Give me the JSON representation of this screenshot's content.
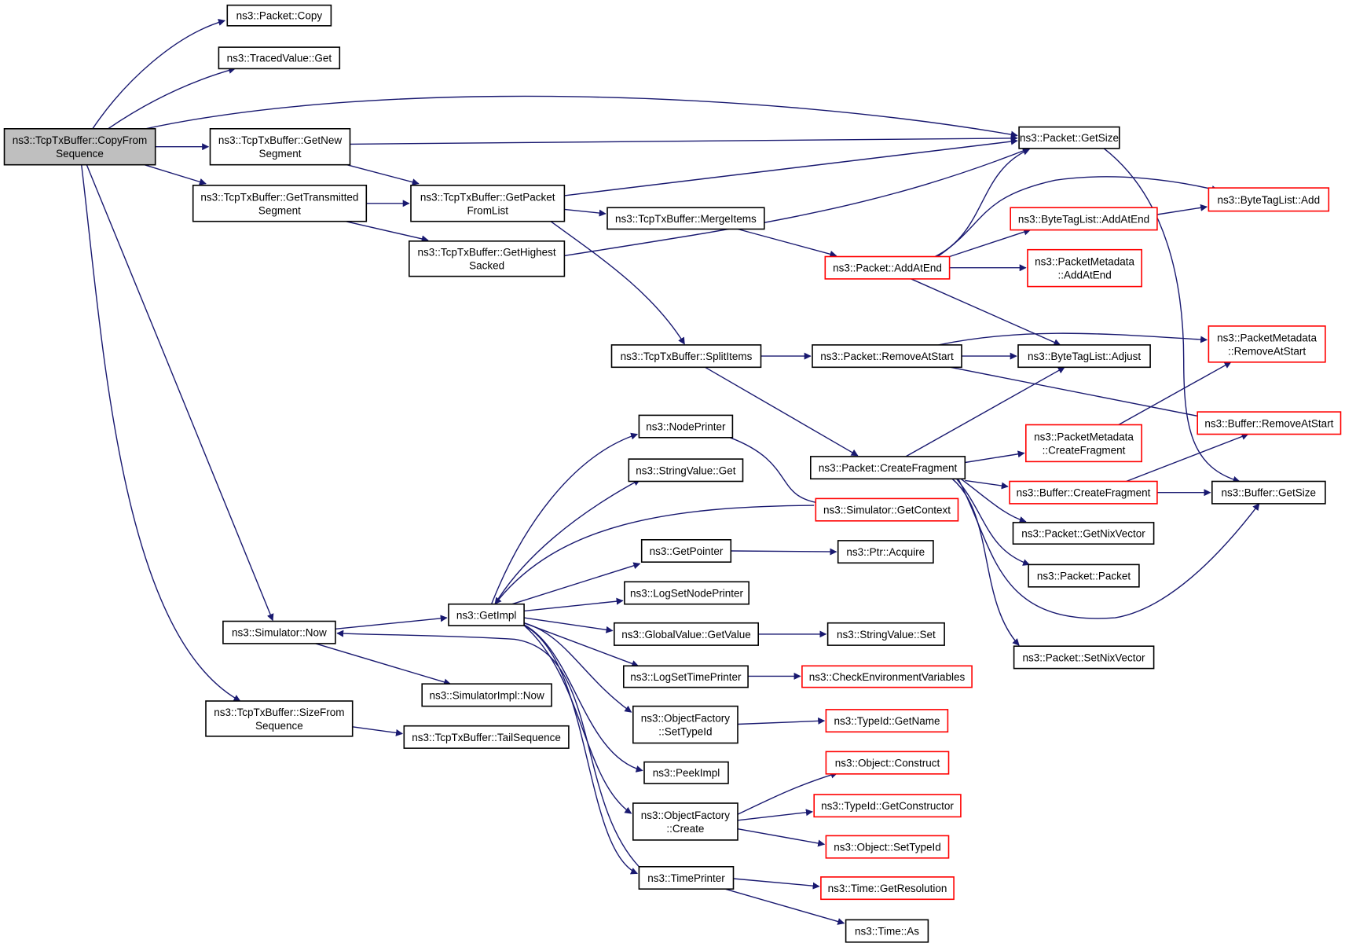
{
  "colors": {
    "edge": "#191970",
    "root_fill": "#bfbfbf",
    "node_fill": "#ffffff",
    "border_normal": "#000000",
    "border_truncated": "#ff0000"
  },
  "nodes": [
    {
      "id": "copyfrom",
      "lines": [
        "ns3::TcpTxBuffer::CopyFrom",
        "Sequence"
      ],
      "kind": "root"
    },
    {
      "id": "pcopy",
      "lines": [
        "ns3::Packet::Copy"
      ],
      "kind": "normal"
    },
    {
      "id": "tvget",
      "lines": [
        "ns3::TracedValue::Get"
      ],
      "kind": "normal"
    },
    {
      "id": "getnew",
      "lines": [
        "ns3::TcpTxBuffer::GetNew",
        "Segment"
      ],
      "kind": "normal"
    },
    {
      "id": "gettrans",
      "lines": [
        "ns3::TcpTxBuffer::GetTransmitted",
        "Segment"
      ],
      "kind": "normal"
    },
    {
      "id": "getpkt",
      "lines": [
        "ns3::TcpTxBuffer::GetPacket",
        "FromList"
      ],
      "kind": "normal"
    },
    {
      "id": "gethigh",
      "lines": [
        "ns3::TcpTxBuffer::GetHighest",
        "Sacked"
      ],
      "kind": "normal"
    },
    {
      "id": "merge",
      "lines": [
        "ns3::TcpTxBuffer::MergeItems"
      ],
      "kind": "normal"
    },
    {
      "id": "split",
      "lines": [
        "ns3::TcpTxBuffer::SplitItems"
      ],
      "kind": "normal"
    },
    {
      "id": "pgetsize",
      "lines": [
        "ns3::Packet::GetSize"
      ],
      "kind": "normal"
    },
    {
      "id": "paddatend",
      "lines": [
        "ns3::Packet::AddAtEnd"
      ],
      "kind": "truncated"
    },
    {
      "id": "btladdatend",
      "lines": [
        "ns3::ByteTagList::AddAtEnd"
      ],
      "kind": "truncated"
    },
    {
      "id": "btladd",
      "lines": [
        "ns3::ByteTagList::Add"
      ],
      "kind": "truncated"
    },
    {
      "id": "pmaddatend",
      "lines": [
        "ns3::PacketMetadata",
        "::AddAtEnd"
      ],
      "kind": "truncated"
    },
    {
      "id": "premove",
      "lines": [
        "ns3::Packet::RemoveAtStart"
      ],
      "kind": "normal"
    },
    {
      "id": "btladjust",
      "lines": [
        "ns3::ByteTagList::Adjust"
      ],
      "kind": "normal"
    },
    {
      "id": "pmremove",
      "lines": [
        "ns3::PacketMetadata",
        "::RemoveAtStart"
      ],
      "kind": "truncated"
    },
    {
      "id": "bufremove",
      "lines": [
        "ns3::Buffer::RemoveAtStart"
      ],
      "kind": "truncated"
    },
    {
      "id": "pcreatefrag",
      "lines": [
        "ns3::Packet::CreateFragment"
      ],
      "kind": "normal"
    },
    {
      "id": "pmcreatefrag",
      "lines": [
        "ns3::PacketMetadata",
        "::CreateFragment"
      ],
      "kind": "truncated"
    },
    {
      "id": "bufcreatefrag",
      "lines": [
        "ns3::Buffer::CreateFragment"
      ],
      "kind": "truncated"
    },
    {
      "id": "bufgetsize",
      "lines": [
        "ns3::Buffer::GetSize"
      ],
      "kind": "normal"
    },
    {
      "id": "getnix",
      "lines": [
        "ns3::Packet::GetNixVector"
      ],
      "kind": "normal"
    },
    {
      "id": "ppacket",
      "lines": [
        "ns3::Packet::Packet"
      ],
      "kind": "normal"
    },
    {
      "id": "setnix",
      "lines": [
        "ns3::Packet::SetNixVector"
      ],
      "kind": "normal"
    },
    {
      "id": "nodeprinter",
      "lines": [
        "ns3::NodePrinter"
      ],
      "kind": "normal"
    },
    {
      "id": "strget",
      "lines": [
        "ns3::StringValue::Get"
      ],
      "kind": "normal"
    },
    {
      "id": "simgetctx",
      "lines": [
        "ns3::Simulator::GetContext"
      ],
      "kind": "truncated"
    },
    {
      "id": "getpointer",
      "lines": [
        "ns3::GetPointer"
      ],
      "kind": "normal"
    },
    {
      "id": "ptracquire",
      "lines": [
        "ns3::Ptr::Acquire"
      ],
      "kind": "normal"
    },
    {
      "id": "logsetnode",
      "lines": [
        "ns3::LogSetNodePrinter"
      ],
      "kind": "normal"
    },
    {
      "id": "getimpl",
      "lines": [
        "ns3::GetImpl"
      ],
      "kind": "normal"
    },
    {
      "id": "simnow",
      "lines": [
        "ns3::Simulator::Now"
      ],
      "kind": "normal"
    },
    {
      "id": "gvgetvalue",
      "lines": [
        "ns3::GlobalValue::GetValue"
      ],
      "kind": "normal"
    },
    {
      "id": "strset",
      "lines": [
        "ns3::StringValue::Set"
      ],
      "kind": "normal"
    },
    {
      "id": "logsettime",
      "lines": [
        "ns3::LogSetTimePrinter"
      ],
      "kind": "normal"
    },
    {
      "id": "checkenv",
      "lines": [
        "ns3::CheckEnvironmentVariables"
      ],
      "kind": "truncated"
    },
    {
      "id": "simimplnow",
      "lines": [
        "ns3::SimulatorImpl::Now"
      ],
      "kind": "normal"
    },
    {
      "id": "sizefrom",
      "lines": [
        "ns3::TcpTxBuffer::SizeFrom",
        "Sequence"
      ],
      "kind": "normal"
    },
    {
      "id": "tailseq",
      "lines": [
        "ns3::TcpTxBuffer::TailSequence"
      ],
      "kind": "normal"
    },
    {
      "id": "ofsettype",
      "lines": [
        "ns3::ObjectFactory",
        "::SetTypeId"
      ],
      "kind": "normal"
    },
    {
      "id": "typegetname",
      "lines": [
        "ns3::TypeId::GetName"
      ],
      "kind": "truncated"
    },
    {
      "id": "peekimpl",
      "lines": [
        "ns3::PeekImpl"
      ],
      "kind": "normal"
    },
    {
      "id": "objconstruct",
      "lines": [
        "ns3::Object::Construct"
      ],
      "kind": "truncated"
    },
    {
      "id": "ofcreate",
      "lines": [
        "ns3::ObjectFactory",
        "::Create"
      ],
      "kind": "normal"
    },
    {
      "id": "typegetctor",
      "lines": [
        "ns3::TypeId::GetConstructor"
      ],
      "kind": "truncated"
    },
    {
      "id": "objsettype",
      "lines": [
        "ns3::Object::SetTypeId"
      ],
      "kind": "truncated"
    },
    {
      "id": "timeprinter",
      "lines": [
        "ns3::TimePrinter"
      ],
      "kind": "normal"
    },
    {
      "id": "timegetres",
      "lines": [
        "ns3::Time::GetResolution"
      ],
      "kind": "truncated"
    },
    {
      "id": "timeas",
      "lines": [
        "ns3::Time::As"
      ],
      "kind": "normal"
    }
  ],
  "edges": [
    [
      "copyfrom",
      "pcopy"
    ],
    [
      "copyfrom",
      "tvget"
    ],
    [
      "copyfrom",
      "pgetsize"
    ],
    [
      "copyfrom",
      "getnew"
    ],
    [
      "copyfrom",
      "gettrans"
    ],
    [
      "copyfrom",
      "simnow"
    ],
    [
      "copyfrom",
      "sizefrom"
    ],
    [
      "getnew",
      "pgetsize"
    ],
    [
      "getnew",
      "getpkt"
    ],
    [
      "gettrans",
      "getpkt"
    ],
    [
      "gettrans",
      "gethigh"
    ],
    [
      "getpkt",
      "pgetsize"
    ],
    [
      "getpkt",
      "merge"
    ],
    [
      "getpkt",
      "split"
    ],
    [
      "gethigh",
      "pgetsize"
    ],
    [
      "merge",
      "paddatend"
    ],
    [
      "paddatend",
      "pgetsize"
    ],
    [
      "paddatend",
      "btladd"
    ],
    [
      "paddatend",
      "btladdatend"
    ],
    [
      "paddatend",
      "pmaddatend"
    ],
    [
      "paddatend",
      "btladjust"
    ],
    [
      "btladdatend",
      "btladd"
    ],
    [
      "pgetsize",
      "bufgetsize"
    ],
    [
      "split",
      "premove"
    ],
    [
      "split",
      "pcreatefrag"
    ],
    [
      "premove",
      "btladjust"
    ],
    [
      "premove",
      "pmremove"
    ],
    [
      "premove",
      "bufremove"
    ],
    [
      "pcreatefrag",
      "btladjust"
    ],
    [
      "pcreatefrag",
      "pmcreatefrag"
    ],
    [
      "pcreatefrag",
      "bufcreatefrag"
    ],
    [
      "pcreatefrag",
      "getnix"
    ],
    [
      "pcreatefrag",
      "ppacket"
    ],
    [
      "pcreatefrag",
      "setnix"
    ],
    [
      "pcreatefrag",
      "bufgetsize"
    ],
    [
      "pmcreatefrag",
      "pmremove"
    ],
    [
      "bufcreatefrag",
      "bufremove"
    ],
    [
      "bufcreatefrag",
      "bufgetsize"
    ],
    [
      "simnow",
      "getimpl"
    ],
    [
      "simnow",
      "simimplnow"
    ],
    [
      "sizefrom",
      "tailseq"
    ],
    [
      "getimpl",
      "nodeprinter"
    ],
    [
      "getimpl",
      "strget"
    ],
    [
      "getimpl",
      "getpointer"
    ],
    [
      "getimpl",
      "logsetnode"
    ],
    [
      "getimpl",
      "gvgetvalue"
    ],
    [
      "getimpl",
      "logsettime"
    ],
    [
      "getimpl",
      "ofsettype"
    ],
    [
      "getimpl",
      "peekimpl"
    ],
    [
      "getimpl",
      "ofcreate"
    ],
    [
      "getimpl",
      "timeprinter"
    ],
    [
      "nodeprinter",
      "simgetctx"
    ],
    [
      "simgetctx",
      "getimpl"
    ],
    [
      "getpointer",
      "ptracquire"
    ],
    [
      "gvgetvalue",
      "strset"
    ],
    [
      "logsettime",
      "checkenv"
    ],
    [
      "ofsettype",
      "typegetname"
    ],
    [
      "ofcreate",
      "objconstruct"
    ],
    [
      "ofcreate",
      "typegetctor"
    ],
    [
      "ofcreate",
      "objsettype"
    ],
    [
      "timeprinter",
      "simnow"
    ],
    [
      "timeprinter",
      "timegetres"
    ],
    [
      "timeprinter",
      "timeas"
    ]
  ]
}
